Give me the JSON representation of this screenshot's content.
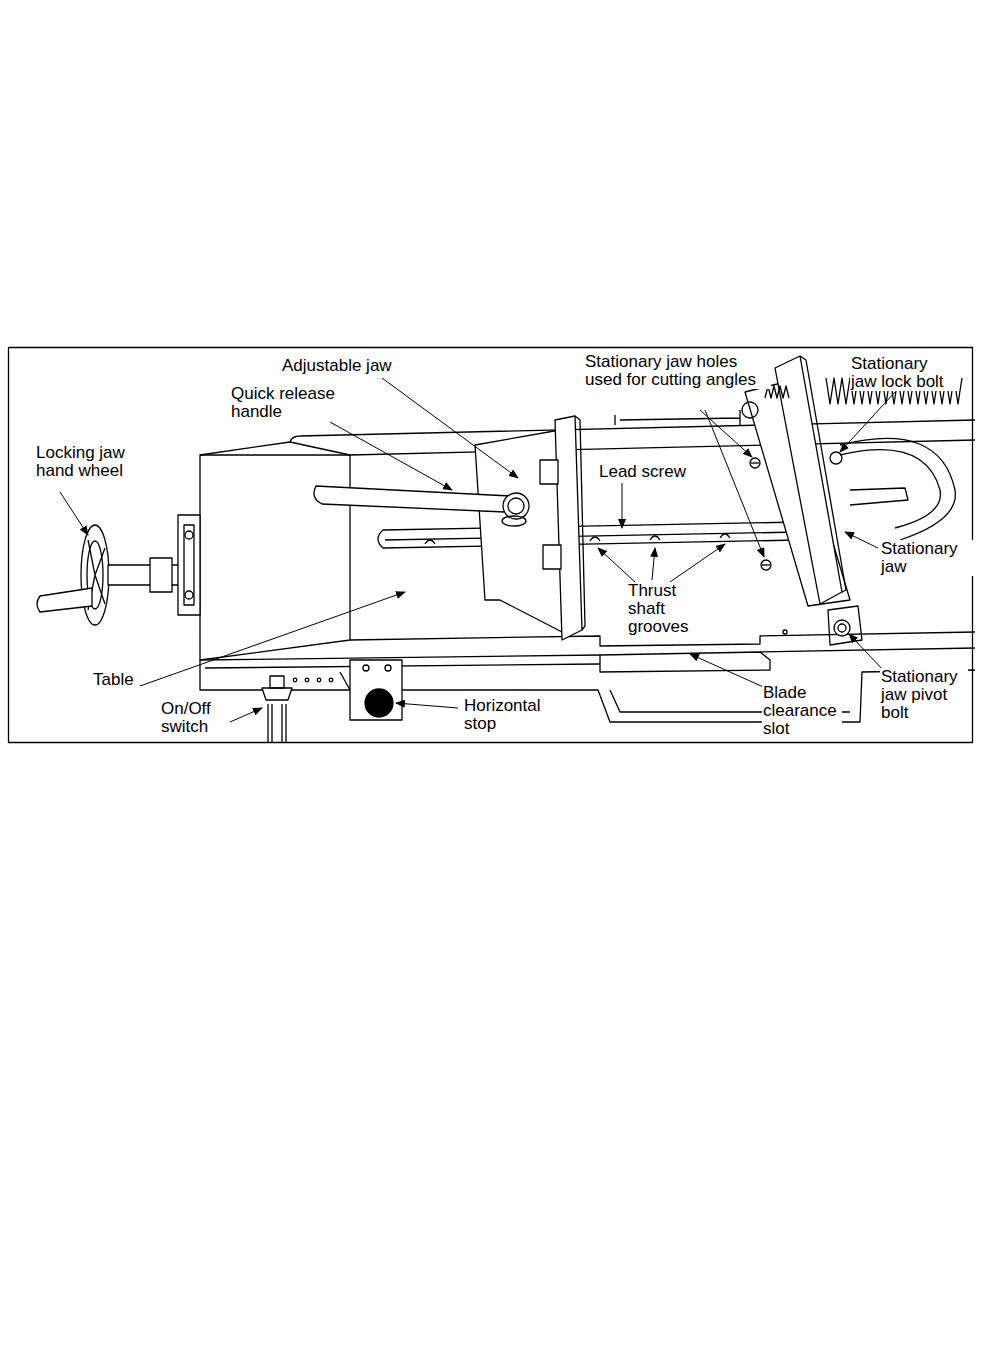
{
  "diagram": {
    "labels": [
      "Adjustable jaw",
      "Stationary jaw holes used for cutting angles",
      "Stationary jaw lock bolt",
      "Quick release handle",
      "Locking jaw hand wheel",
      "Lead screw",
      "Stationary jaw",
      "Thrust shaft grooves",
      "Table",
      "Stationary jaw pivot bolt",
      "On/Off switch",
      "Horizontal stop",
      "Blade clearance slot"
    ]
  }
}
